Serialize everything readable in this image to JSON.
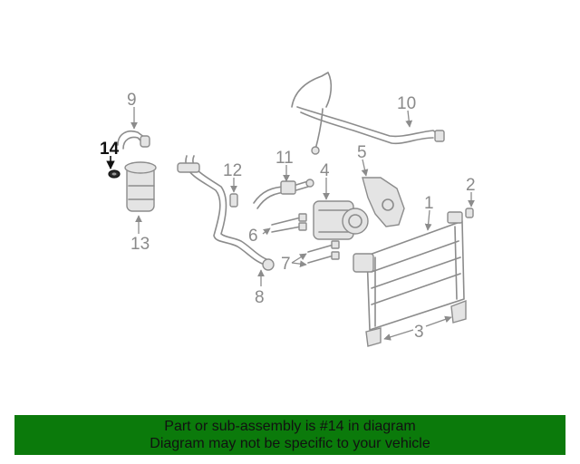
{
  "callouts": {
    "c1": "1",
    "c2": "2",
    "c3": "3",
    "c4": "4",
    "c5": "5",
    "c6": "6",
    "c7": "7",
    "c8": "8",
    "c9": "9",
    "c10": "10",
    "c11": "11",
    "c12": "12",
    "c13": "13",
    "c14": "14"
  },
  "highlighted_part": "14",
  "colors": {
    "banner_bg": "#0b7a0b",
    "part_line": "#8c8c8c",
    "highlight": "#111111"
  },
  "banner": {
    "line1": "Part or sub-assembly is #14 in diagram",
    "line2": "Diagram may not be specific to your vehicle"
  }
}
